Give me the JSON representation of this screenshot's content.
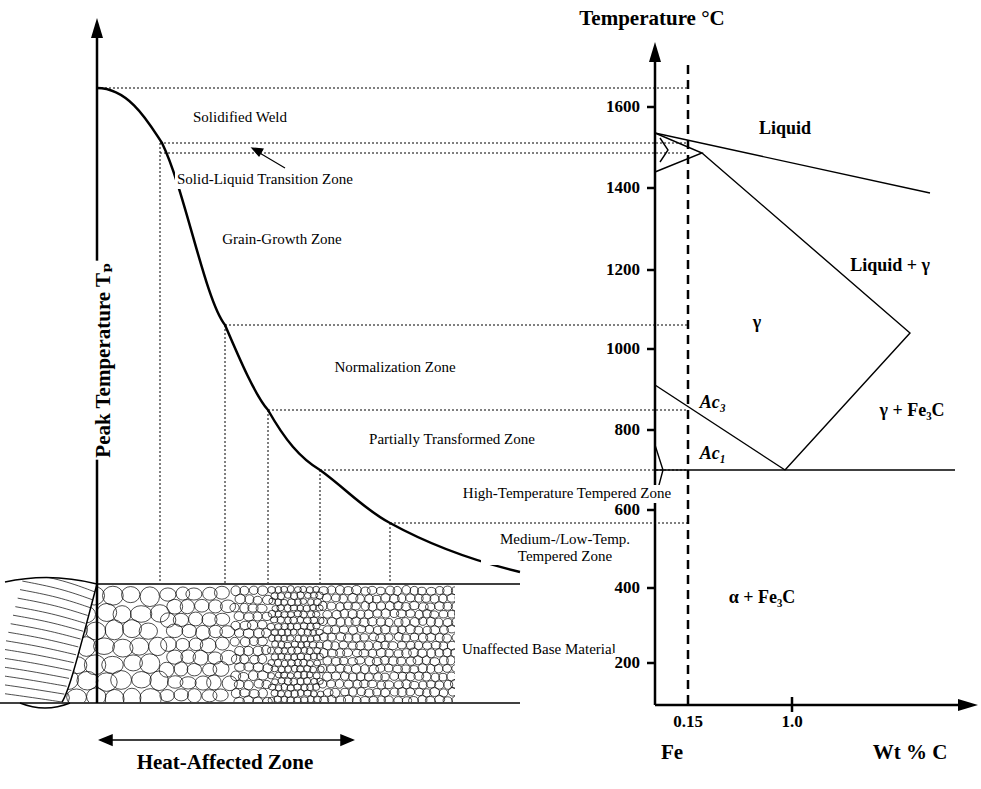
{
  "diagram": {
    "labels": [
      "Temperature °C",
      "Peak Temperature Tₚ",
      "Solidified Weld",
      "Solid-Liquid Transition Zone",
      "Grain-Growth Zone",
      "Normalization Zone",
      "Partially Transformed Zone",
      "High-Temperature Tempered Zone",
      "Medium-/Low-Temp. Tempered Zone",
      "Unaffected Base Material",
      "Heat-Affected Zone",
      "1600",
      "1400",
      "1200",
      "1000",
      "800",
      "600",
      "400",
      "200",
      "Liquid",
      "Liquid + γ",
      "γ",
      "γ + Fe₃C",
      "Ac₃",
      "Ac₁",
      "α + Fe₃C",
      "0.15",
      "1.0",
      "Fe",
      "Wt % C"
    ]
  }
}
